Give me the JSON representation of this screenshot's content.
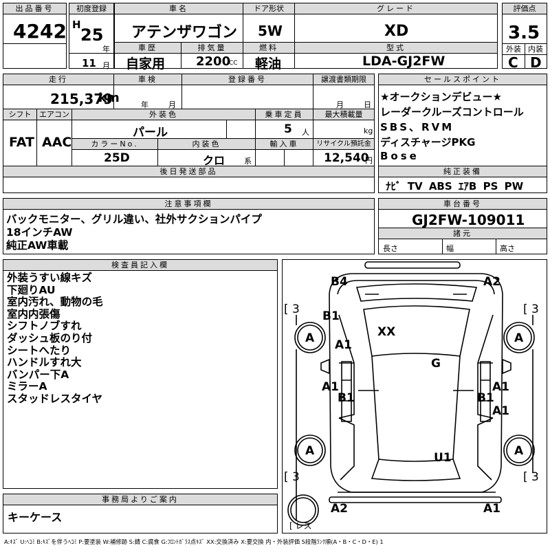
{
  "header": {
    "lot_label": "出品番号",
    "lot": "4242",
    "first_reg_label": "初度登録",
    "era": "H",
    "year": "25",
    "year_unit": "年",
    "month": "11",
    "month_unit": "月",
    "name_label": "車名",
    "car_name": "アテンザワゴン",
    "door_label": "ドア形状",
    "door": "5W",
    "grade_label": "グレード",
    "grade": "XD",
    "score_label": "評価点",
    "score": "3.5",
    "history_label": "車歴",
    "history": "自家用",
    "displacement_label": "排気量",
    "displacement": "2200",
    "cc": "CC",
    "fuel_label": "燃料",
    "fuel": "軽油",
    "model_label": "型式",
    "model": "LDA-GJ2FW",
    "exterior_label": "外装",
    "exterior": "C",
    "interior_label": "内装",
    "interior": "D"
  },
  "row2": {
    "mileage_label": "走行",
    "mileage": "215,379",
    "km": "km",
    "inspection_label": "車検",
    "insp_year": "年",
    "insp_month": "月",
    "plate_label": "登録番号",
    "transfer_label": "譲渡書類期限",
    "tr_month": "月",
    "tr_day": "日",
    "shift_label": "シフト",
    "shift": "FAT",
    "ac_label": "エアコン",
    "ac": "AAC",
    "color_label": "外装色",
    "color": "パール",
    "capacity_label": "乗車定員",
    "capacity": "5",
    "capacity_unit": "人",
    "load_label": "最大積載量",
    "load_unit": "kg",
    "color_no_label": "カラーNo.",
    "color_no": "25D",
    "int_color_label": "内装色",
    "int_color": "クロ",
    "int_color_unit": "系",
    "import_label": "輸入車",
    "recycle_label": "リサイクル預託金",
    "recycle": "12,540",
    "yen": "円",
    "later_label": "後日発送部品"
  },
  "sales": {
    "label": "セールスポイント",
    "items": [
      "★オークションデビュー★",
      "レーダークルーズコントロール",
      "SBS、RVM",
      "ディスチャージPKG",
      "Bose"
    ]
  },
  "equipment": {
    "label": "純正装備",
    "items": [
      "ﾅﾋﾞ",
      "TV",
      "ABS",
      "ｴｱB",
      "PS",
      "PW"
    ]
  },
  "notes": {
    "label": "注意事項欄",
    "lines": [
      "バックモニター、グリル違い、社外サクションパイプ",
      "18インチAW",
      "純正AW車載"
    ]
  },
  "chassis": {
    "label": "車台番号",
    "number": "GJ2FW-109011",
    "specs_label": "諸元",
    "length_label": "長さ",
    "width_label": "幅",
    "height_label": "高さ"
  },
  "inspector": {
    "label": "検査員記入欄",
    "lines": [
      "外装うすい線キズ",
      "下廻りAU",
      "室内汚れ、動物の毛",
      "室内内張傷",
      "シフトノブすれ",
      "ダッシュ板のり付",
      "シートへたり",
      "ハンドルすれ大",
      "バンパー下A",
      "ミラーA",
      "スタッドレスタイヤ"
    ]
  },
  "office": {
    "label": "事務局よりご案内",
    "text": "キーケース"
  },
  "diagram": {
    "marks": [
      "B4",
      "A2",
      "B1",
      "A1",
      "XX",
      "G",
      "A1",
      "B1",
      "A1",
      "B1",
      "A1",
      "U1",
      "A2",
      "A1"
    ],
    "tire_grade": "A",
    "tread": "3",
    "spare_label": "レス"
  },
  "legend": "A:ｷｽﾞ U:ﾍｺﾐ B:ｷｽﾞを伴うﾍｺﾐ P:要塗装 W:補修跡 S:錆 C:腐食 G:ﾌﾛﾝﾄｶﾞﾗｽ点ｷｽﾞ XX:交換済み X:要交換 内・外装評価 5段階ﾗﾝｸ順(A・B・C・D・E) 1"
}
